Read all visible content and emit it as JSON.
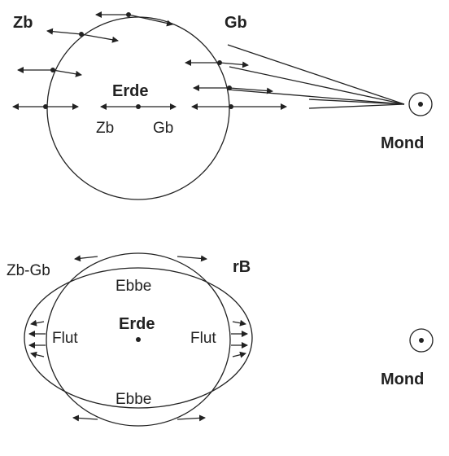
{
  "top": {
    "label_zb": "Zb",
    "label_gb": "Gb",
    "earth_label": "Erde",
    "center_zb": "Zb",
    "center_gb": "Gb",
    "moon_label": "Mond"
  },
  "bottom": {
    "label_zb_gb": "Zb-Gb",
    "label_rb": "rB",
    "ebbe_top": "Ebbe",
    "ebbe_bottom": "Ebbe",
    "flut_left": "Flut",
    "flut_right": "Flut",
    "earth_label": "Erde",
    "moon_label": "Mond"
  }
}
